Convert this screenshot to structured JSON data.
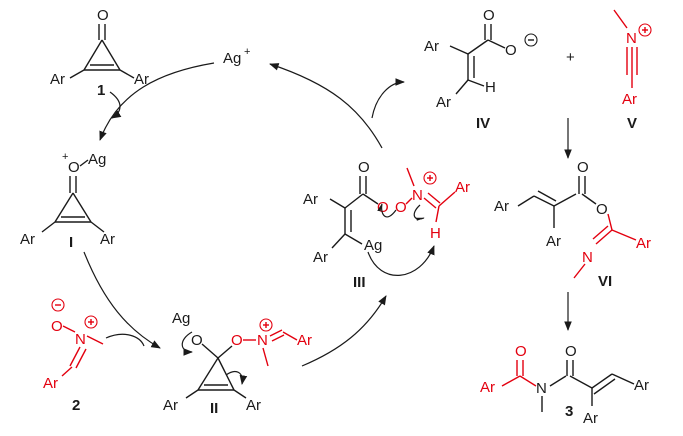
{
  "compounds": {
    "c1": {
      "label": "1",
      "ar_left": "Ar",
      "ar_right": "Ar",
      "oxygen": "O"
    },
    "cI": {
      "label": "I",
      "ar_left": "Ar",
      "ar_right": "Ar",
      "oxygen": "O",
      "plus": "+",
      "silver": "Ag"
    },
    "c2": {
      "label": "2",
      "oxygen": "O",
      "nitrogen": "N",
      "ar": "Ar"
    },
    "cII": {
      "label": "II",
      "ar_left": "Ar",
      "ar_right": "Ar",
      "silver": "Ag",
      "oxygen1": "O",
      "oxygen2": "O",
      "nitrogen": "N",
      "ar_n": "Ar"
    },
    "cIII": {
      "label": "III",
      "ar_top": "Ar",
      "ar_bottom": "Ar",
      "silver": "Ag",
      "oxygen_carbonyl": "O",
      "oxygen_ester": "O",
      "oxygen_n": "O",
      "nitrogen": "N",
      "ar_n": "Ar",
      "hydrogen": "H"
    },
    "cIV": {
      "label": "IV",
      "ar_top": "Ar",
      "ar_bottom": "Ar",
      "oxygen_carbonyl": "O",
      "oxygen_anion": "O",
      "hydrogen": "H"
    },
    "cV": {
      "label": "V",
      "nitrogen": "N",
      "ar": "Ar"
    },
    "cVI": {
      "label": "VI",
      "ar_left": "Ar",
      "ar_middle": "Ar",
      "ar_right": "Ar",
      "oxygen_carbonyl": "O",
      "oxygen_ester": "O",
      "nitrogen": "N"
    },
    "c3": {
      "label": "3",
      "ar_left": "Ar",
      "ar_bottom": "Ar",
      "ar_right": "Ar",
      "oxygen1": "O",
      "oxygen2": "O",
      "nitrogen": "N"
    }
  },
  "reagents": {
    "silver_ion": "Ag",
    "silver_charge": "+",
    "plus_sign": "+"
  },
  "colors": {
    "black": "#1a1a1a",
    "red": "#e3000f"
  }
}
